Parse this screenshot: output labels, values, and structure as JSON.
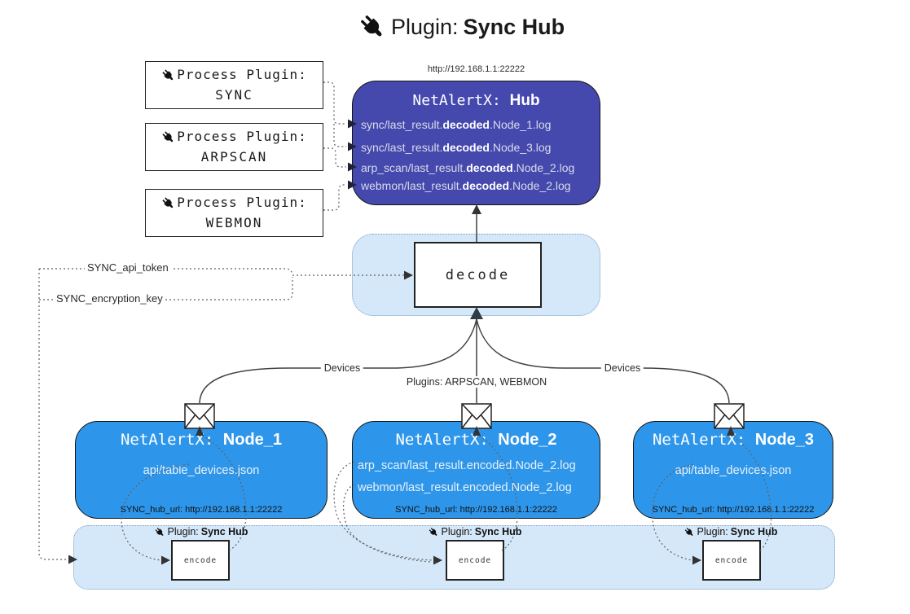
{
  "title": {
    "prefix": "Plugin: ",
    "bold": "Sync Hub"
  },
  "process_plugins": [
    {
      "label": "Process Plugin:",
      "name": "SYNC"
    },
    {
      "label": "Process Plugin:",
      "name": "ARPSCAN"
    },
    {
      "label": "Process Plugin:",
      "name": "WEBMON"
    }
  ],
  "hub": {
    "url": "http://192.168.1.1:22222",
    "title_prefix": "NetAlertX: ",
    "title_bold": "Hub",
    "logs": [
      {
        "pre": "sync/last_result.",
        "mid": "decoded",
        "post": ".Node_1.log"
      },
      {
        "pre": "sync/last_result.",
        "mid": "decoded",
        "post": ".Node_3.log"
      },
      {
        "pre": "arp_scan/last_result.",
        "mid": "decoded",
        "post": ".Node_2.log"
      },
      {
        "pre": "webmon/last_result.",
        "mid": "decoded",
        "post": ".Node_2.log"
      }
    ]
  },
  "decode": {
    "label": "decode"
  },
  "settings": {
    "api_token": "SYNC_api_token",
    "encryption_key": "SYNC_encryption_key"
  },
  "edge_labels": {
    "devices_left": "Devices",
    "plugins_center": "Plugins: ARPSCAN, WEBMON",
    "devices_right": "Devices"
  },
  "nodes": [
    {
      "title_prefix": "NetAlertX: ",
      "title_bold": "Node_1",
      "lines": [
        "api/table_devices.json"
      ],
      "hub_url": "SYNC_hub_url: http://192.168.1.1:22222"
    },
    {
      "title_prefix": "NetAlertX: ",
      "title_bold": "Node_2",
      "lines": [
        "arp_scan/last_result.encoded.Node_2.log",
        "webmon/last_result.encoded.Node_2.log"
      ],
      "hub_url": "SYNC_hub_url: http://192.168.1.1:22222"
    },
    {
      "title_prefix": "NetAlertX: ",
      "title_bold": "Node_3",
      "lines": [
        "api/table_devices.json"
      ],
      "hub_url": "SYNC_hub_url: http://192.168.1.1:22222"
    }
  ],
  "encoders": [
    {
      "label_prefix": "Plugin: ",
      "label_bold": "Sync Hub",
      "box_label": "encode"
    },
    {
      "label_prefix": "Plugin: ",
      "label_bold": "Sync Hub",
      "box_label": "encode"
    },
    {
      "label_prefix": "Plugin: ",
      "label_bold": "Sync Hub",
      "box_label": "encode"
    }
  ],
  "colors": {
    "hub_fill": "#4549ae",
    "node_fill": "#2e96ea",
    "band_fill": "#d5e8f9",
    "band_border": "#7d9cc0",
    "solid_line": "#3f3f3f",
    "dotted_line": "#606060",
    "arrow_dark": "#2f3c46"
  }
}
